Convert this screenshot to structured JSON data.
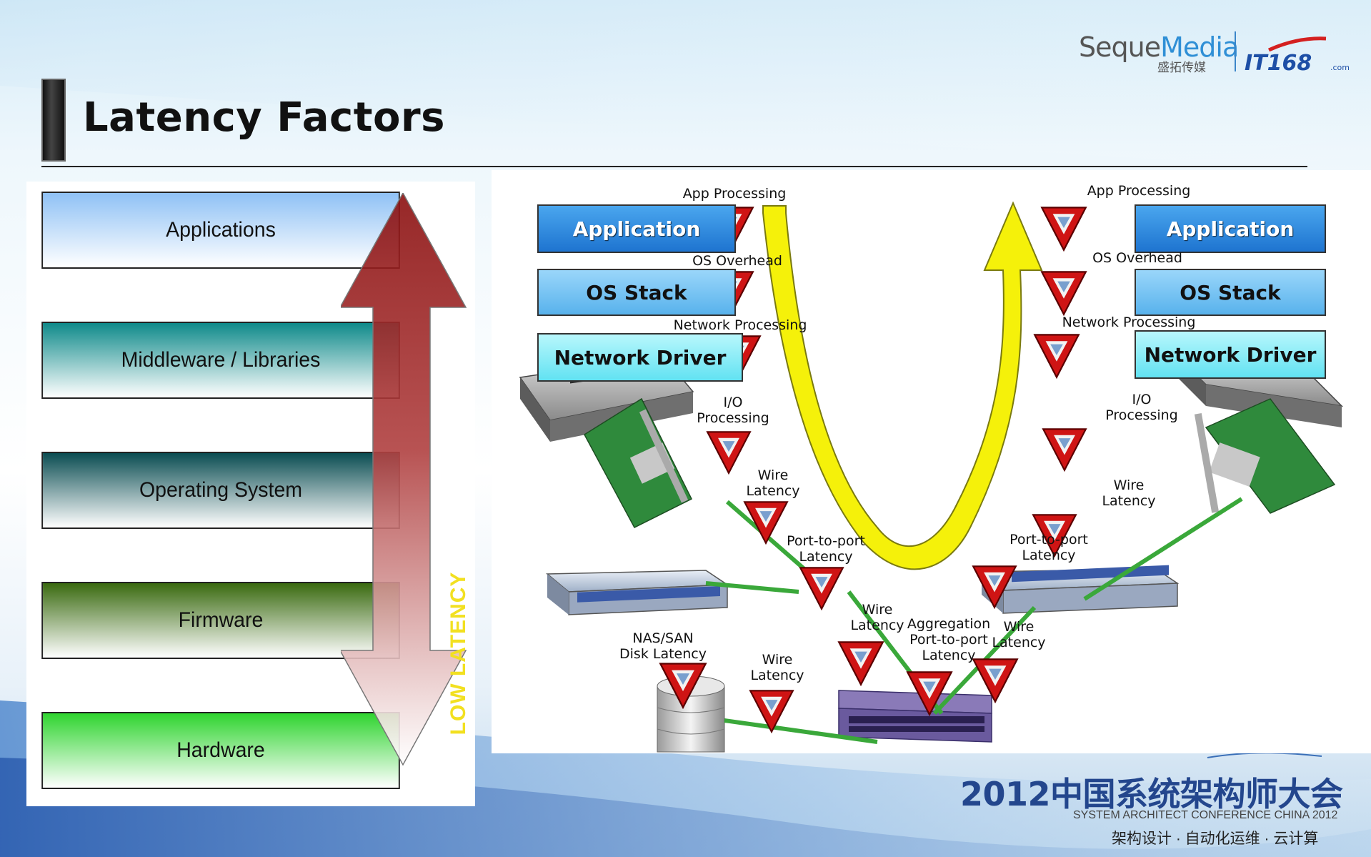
{
  "slide": {
    "title": "Latency Factors",
    "brand_seque": "Seque",
    "brand_media": "Media",
    "brand_sub": "盛拓传媒",
    "brand_it": "IT168",
    "brand_it_com": ".com",
    "conference_title": "2012中国系统架构师大会",
    "conference_subtitle": "SYSTEM ARCHITECT CONFERENCE CHINA 2012",
    "conference_tagline": "架构设计 · 自动化运维 · 云计算"
  },
  "stack": {
    "layers": [
      {
        "label": "Applications",
        "color_top": "#8fc1f5",
        "color_bottom": "#ffffff"
      },
      {
        "label": "Middleware / Libraries",
        "color_top": "#0f8a8a",
        "color_bottom": "#ffffff"
      },
      {
        "label": "Operating System",
        "color_top": "#0b4d52",
        "color_bottom": "#ffffff"
      },
      {
        "label": "Firmware",
        "color_top": "#3a6a10",
        "color_bottom": "#ffffff"
      },
      {
        "label": "Hardware",
        "color_top": "#2fd42f",
        "color_bottom": "#ffffff"
      }
    ],
    "arrow_label": "LOW LATENCY",
    "arrow_color": "#8b1010",
    "arrow_label_color": "#f2e020"
  },
  "network": {
    "left_host": {
      "application": "Application",
      "os_stack": "OS Stack",
      "network_driver": "Network Driver"
    },
    "right_host": {
      "application": "Application",
      "os_stack": "OS Stack",
      "network_driver": "Network Driver"
    },
    "labels": {
      "app_processing_left": "App Processing",
      "os_overhead_left": "OS Overhead",
      "network_processing_left": "Network Processing",
      "io_processing_left": "I/O\nProcessing",
      "wire_latency_left": "Wire\nLatency",
      "port_to_port_left": "Port-to-port\nLatency",
      "app_processing_right": "App Processing",
      "os_overhead_right": "OS Overhead",
      "network_processing_right": "Network Processing",
      "io_processing_right": "I/O\nProcessing",
      "wire_latency_right": "Wire\nLatency",
      "port_to_port_right": "Port-to-port\nLatency",
      "wire_latency_mid_left": "Wire\nLatency",
      "aggregation": "Aggregation\nPort-to-port\nLatency",
      "wire_latency_mid_right": "Wire\nLatency",
      "nas_san": "NAS/SAN\nDisk Latency",
      "wire_latency_storage": "Wire\nLatency"
    },
    "colors": {
      "application_box": "#2b8fe8",
      "os_stack_box": "#74c2f2",
      "driver_box": "#7ff0fa",
      "flow_arrow": "#f5f10a",
      "wire": "#3aa83a",
      "marker": "#d01414"
    },
    "icons": {
      "latency_marker": "warning-triangle-icon",
      "server": "server-icon",
      "nic": "network-card-icon",
      "switch": "switch-icon",
      "disk": "disk-storage-icon"
    }
  }
}
